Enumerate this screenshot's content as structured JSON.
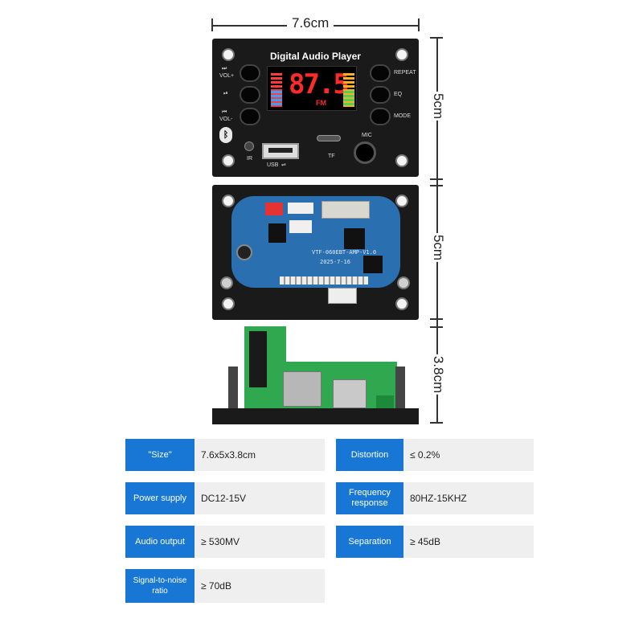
{
  "dimensions": {
    "width_label": "7.6cm",
    "height_front_label": "5cm",
    "height_back_label": "5cm",
    "depth_label": "3.8cm"
  },
  "front_panel": {
    "title": "Digital Audio Player",
    "display_value": "87.5",
    "display_band": "FM",
    "left_buttons": [
      "VOL+",
      "",
      "VOL-"
    ],
    "right_buttons": [
      "REPEAT",
      "EQ",
      "MODE"
    ],
    "ir_label": "IR",
    "usb_label": "USB",
    "tf_label": "TF",
    "mic_label": "MIC"
  },
  "board": {
    "model_text": "VTF-060EBT-AMP-V1.0",
    "date_text": "2025-7-16"
  },
  "specs": [
    {
      "key": "\"Size\"",
      "value": "7.6x5x3.8cm"
    },
    {
      "key": "Distortion",
      "value": "≤ 0.2%"
    },
    {
      "key": "Power supply",
      "value": "DC12-15V"
    },
    {
      "key": "Frequency response",
      "value": "80HZ-15KHZ"
    },
    {
      "key": "Audio output",
      "value": "≥ 530MV"
    },
    {
      "key": "Separation",
      "value": "≥ 45dB"
    },
    {
      "key": "Signal-to-noise ratio",
      "value": "≥ 70dB"
    }
  ],
  "colors": {
    "accent": "#1877d4",
    "panel": "#1a1a1a",
    "pcb": "#2a6fb0",
    "green_pcb": "#2fa84f",
    "display_red": "#ff2a2a"
  }
}
